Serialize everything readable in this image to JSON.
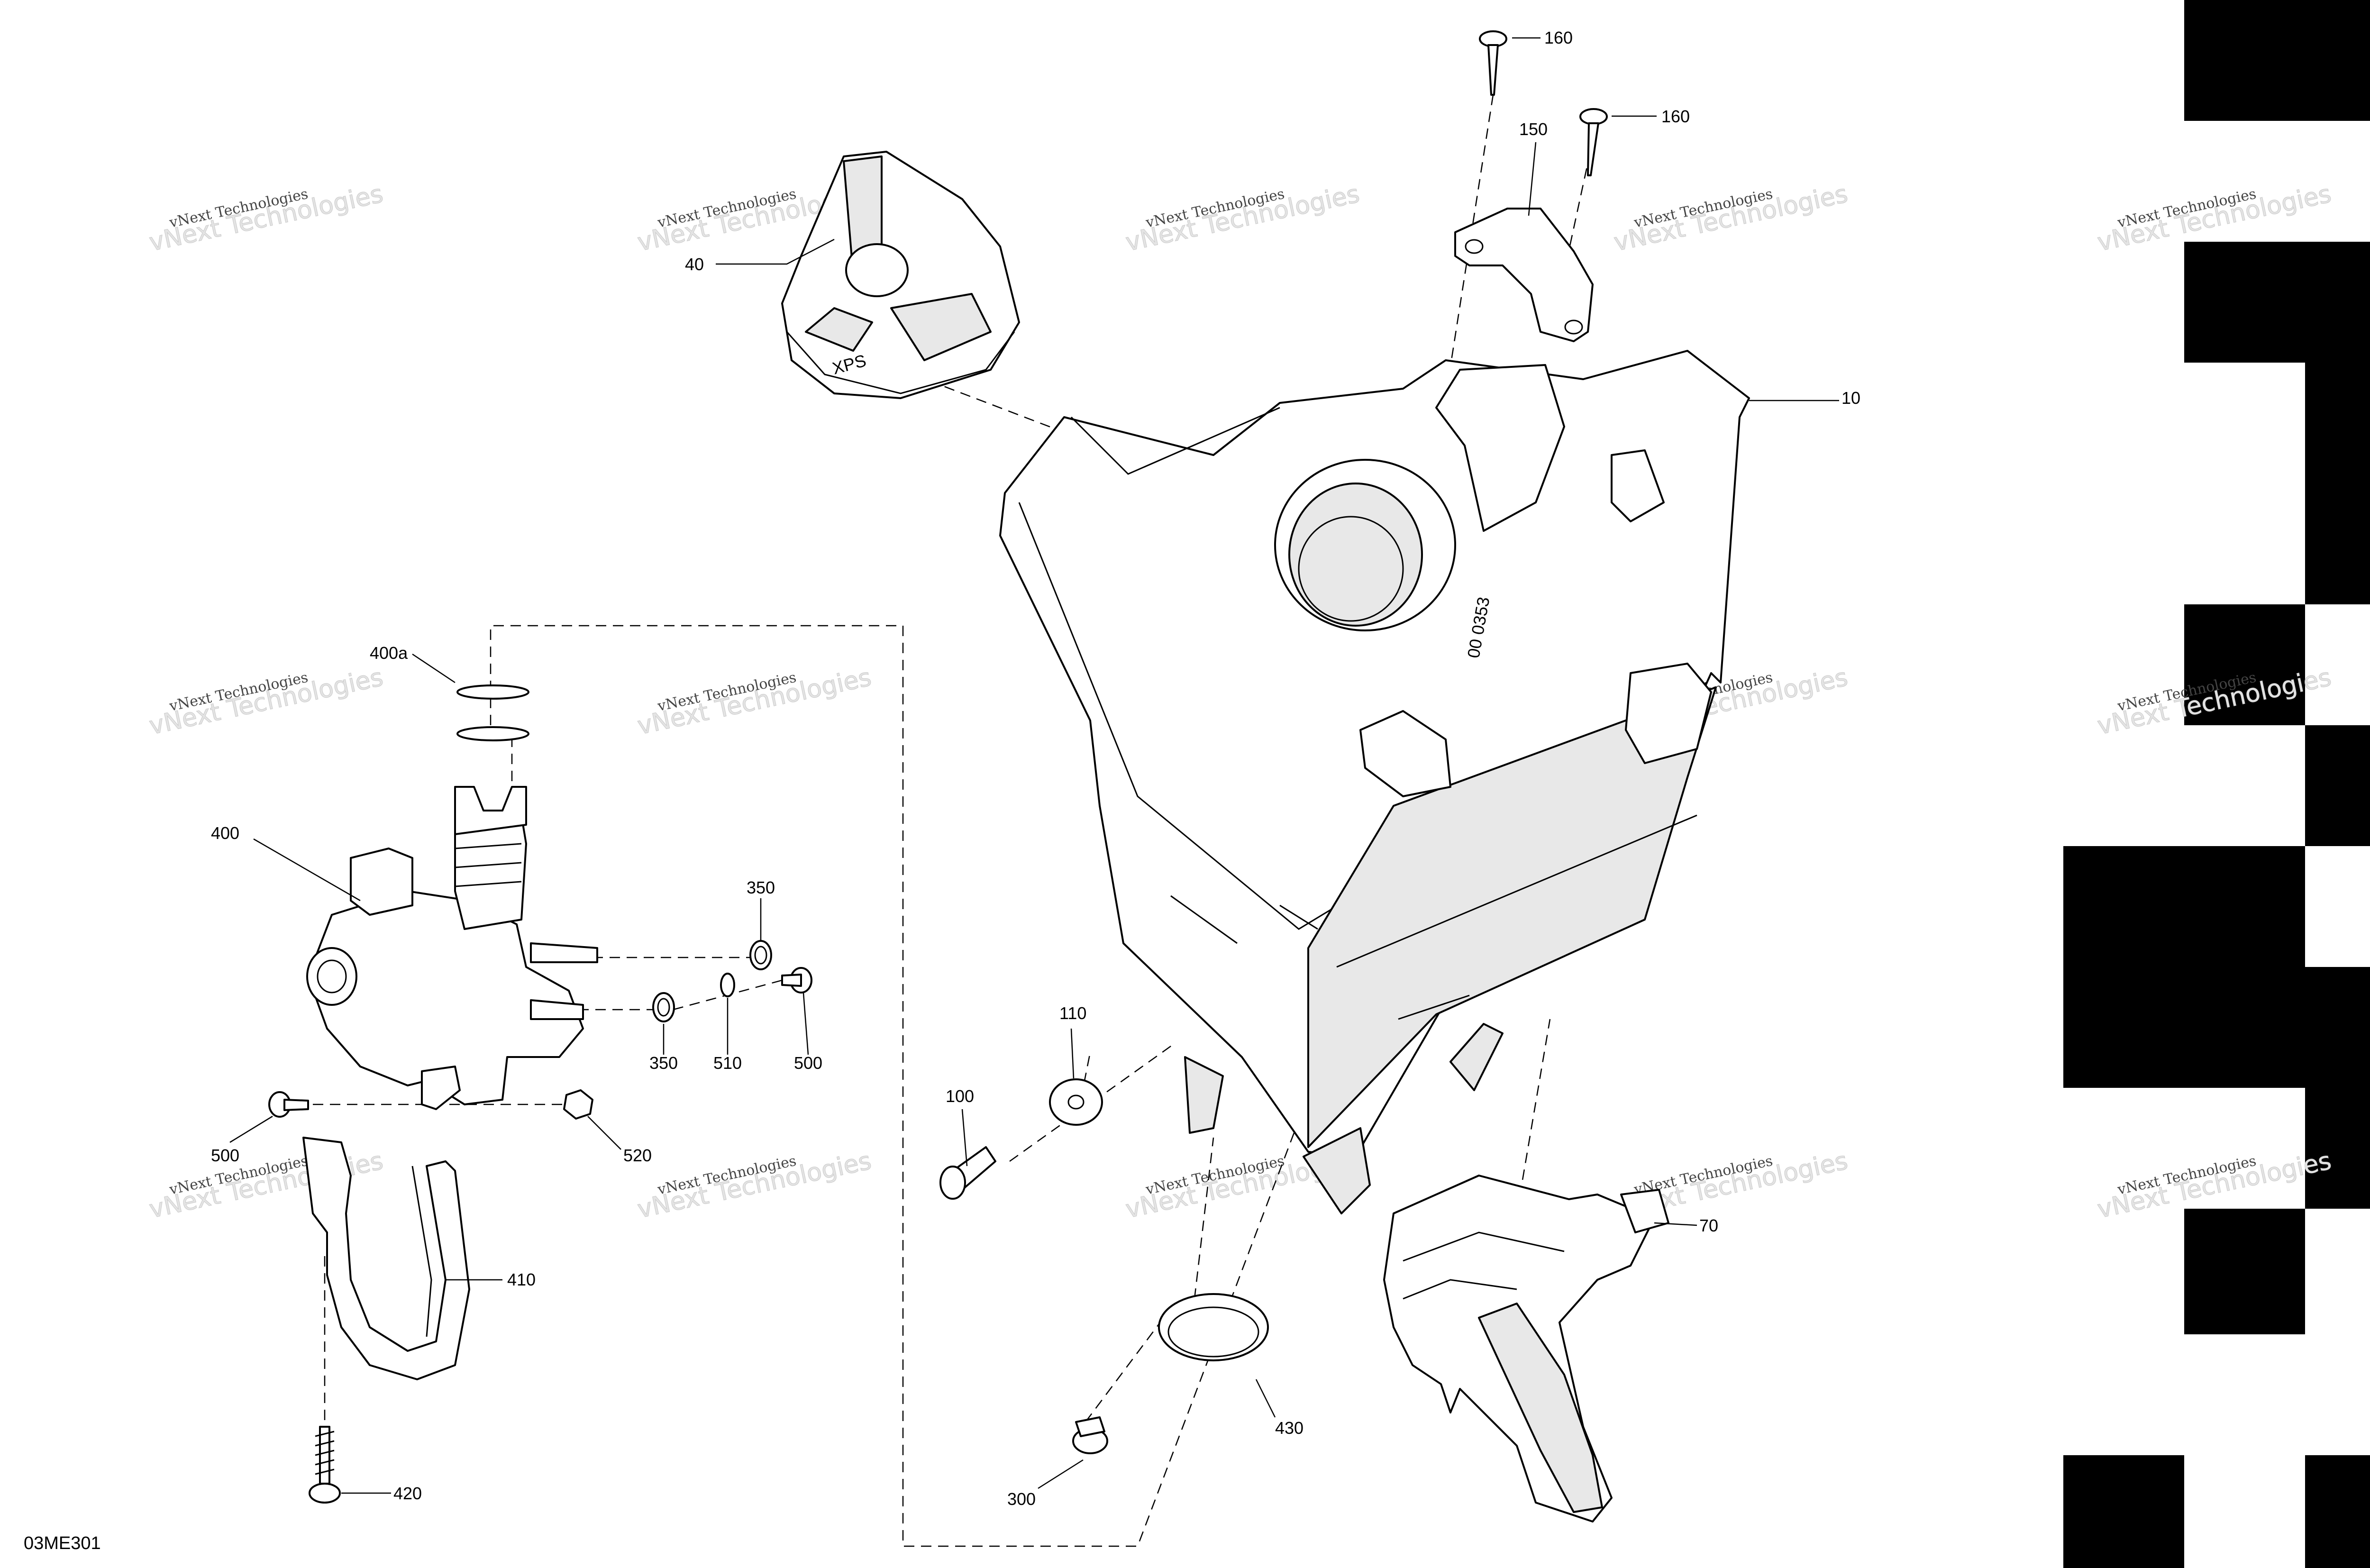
{
  "drawing_code": "03ME301",
  "watermark": {
    "line1": "vNext Technologies",
    "line2": "vNext Technologies"
  },
  "callouts": {
    "c10": "10",
    "c40": "40",
    "c70": "70",
    "c100": "100",
    "c110": "110",
    "c150": "150",
    "c160a": "160",
    "c160b": "160",
    "c300": "300",
    "c350a": "350",
    "c350b": "350",
    "c400": "400",
    "c400a": "400a",
    "c410": "410",
    "c420": "420",
    "c430": "430",
    "c500a": "500",
    "c500b": "500",
    "c510": "510",
    "c520": "520"
  },
  "cap_logo_text": "XPS",
  "tank_marking": "00 0353"
}
